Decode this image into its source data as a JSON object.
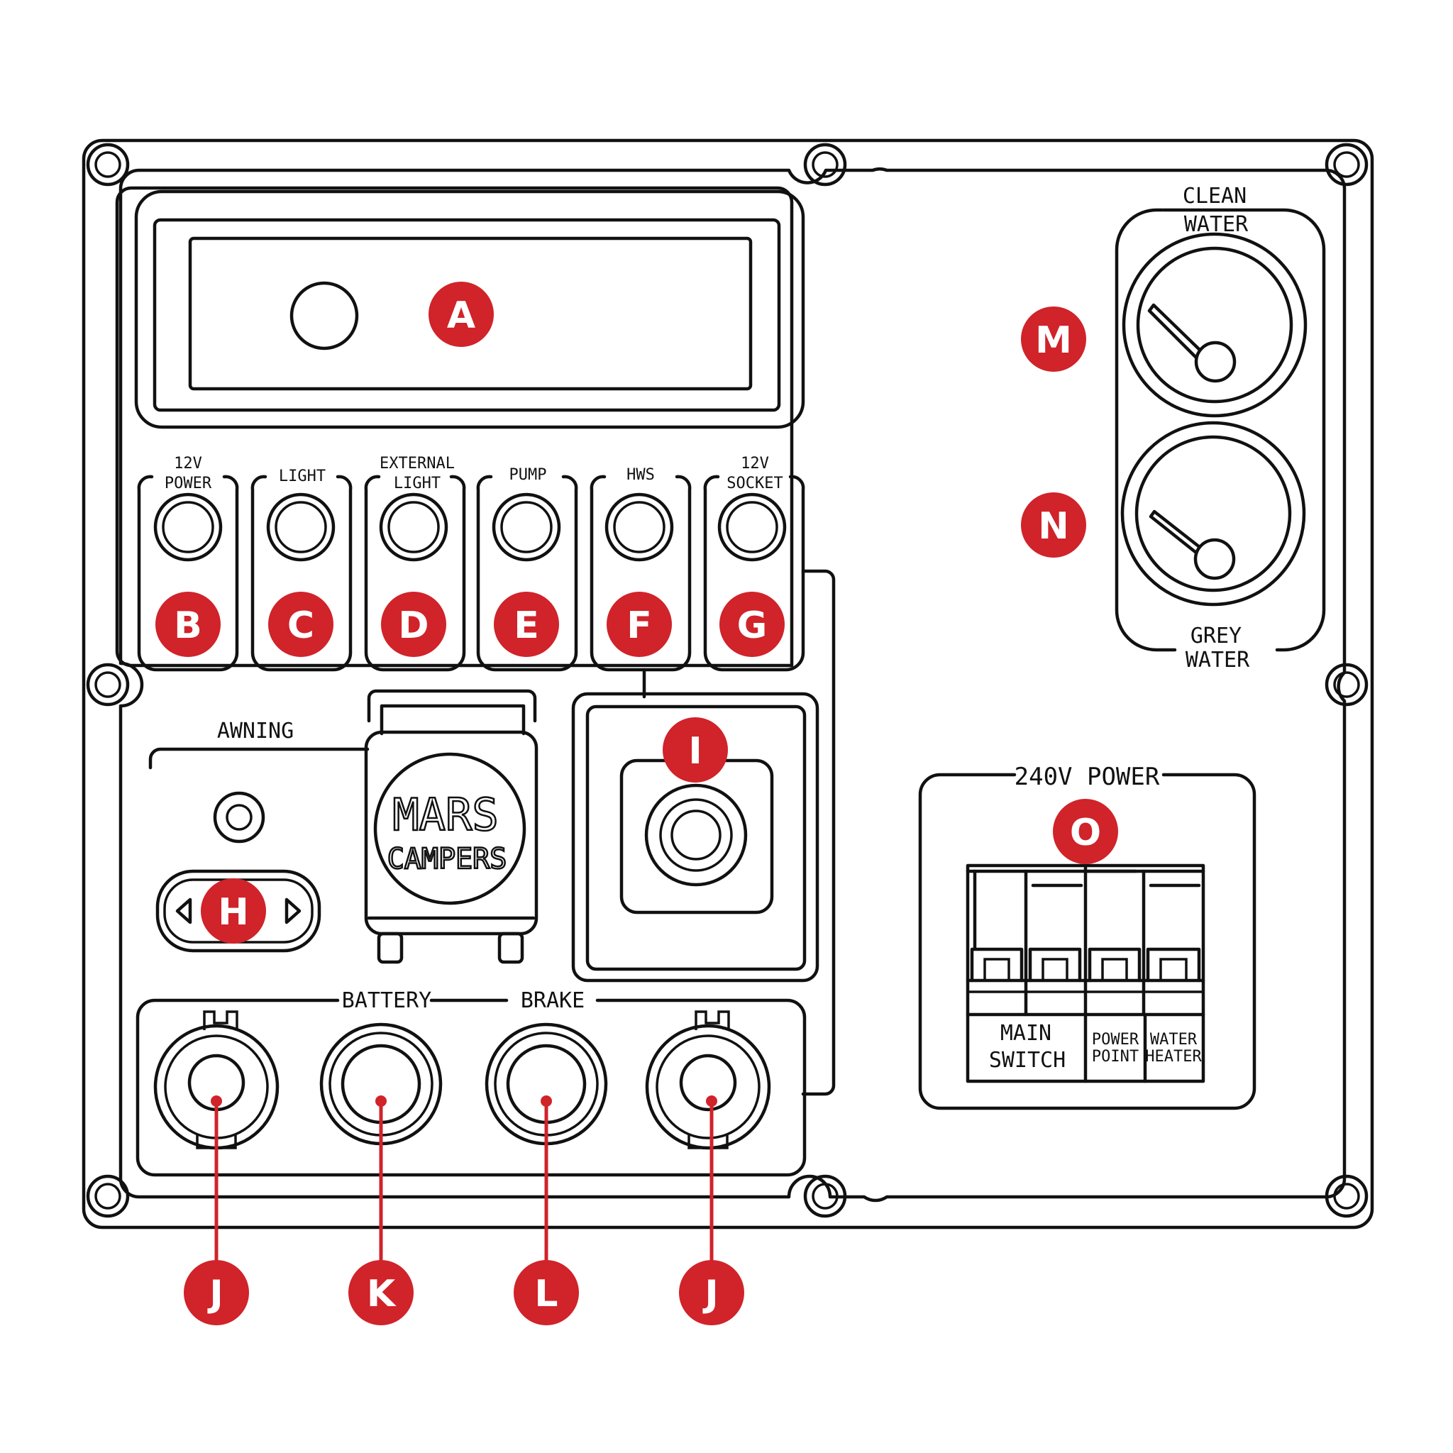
{
  "colors": {
    "accent": "#d0232a",
    "line": "#111111",
    "background": "#ffffff"
  },
  "panel": {
    "switch_labels": {
      "power_12v": [
        "12V",
        "POWER"
      ],
      "light": [
        "LIGHT"
      ],
      "external_light": [
        "EXTERNAL",
        "LIGHT"
      ],
      "pump": [
        "PUMP"
      ],
      "hws": [
        "HWS"
      ],
      "socket_12v": [
        "12V",
        "SOCKET"
      ]
    },
    "gauges": {
      "clean_water": [
        "CLEAN",
        "WATER"
      ],
      "grey_water": [
        "GREY",
        "WATER"
      ]
    },
    "awning_label": "AWNING",
    "logo": {
      "line1": "MARS",
      "line2": "CAMPERS"
    },
    "battery_label": "BATTERY",
    "brake_label": "BRAKE",
    "power_240v": {
      "title": "240V POWER",
      "main_switch": [
        "MAIN",
        "SWITCH"
      ],
      "power_point": [
        "POWER",
        "POINT"
      ],
      "water_heater": [
        "WATER",
        "HEATER"
      ]
    }
  },
  "callouts": {
    "A": "A",
    "B": "B",
    "C": "C",
    "D": "D",
    "E": "E",
    "F": "F",
    "G": "G",
    "H": "H",
    "I": "I",
    "J1": "J",
    "J2": "J",
    "K": "K",
    "L": "L",
    "M": "M",
    "N": "N",
    "O": "O"
  }
}
